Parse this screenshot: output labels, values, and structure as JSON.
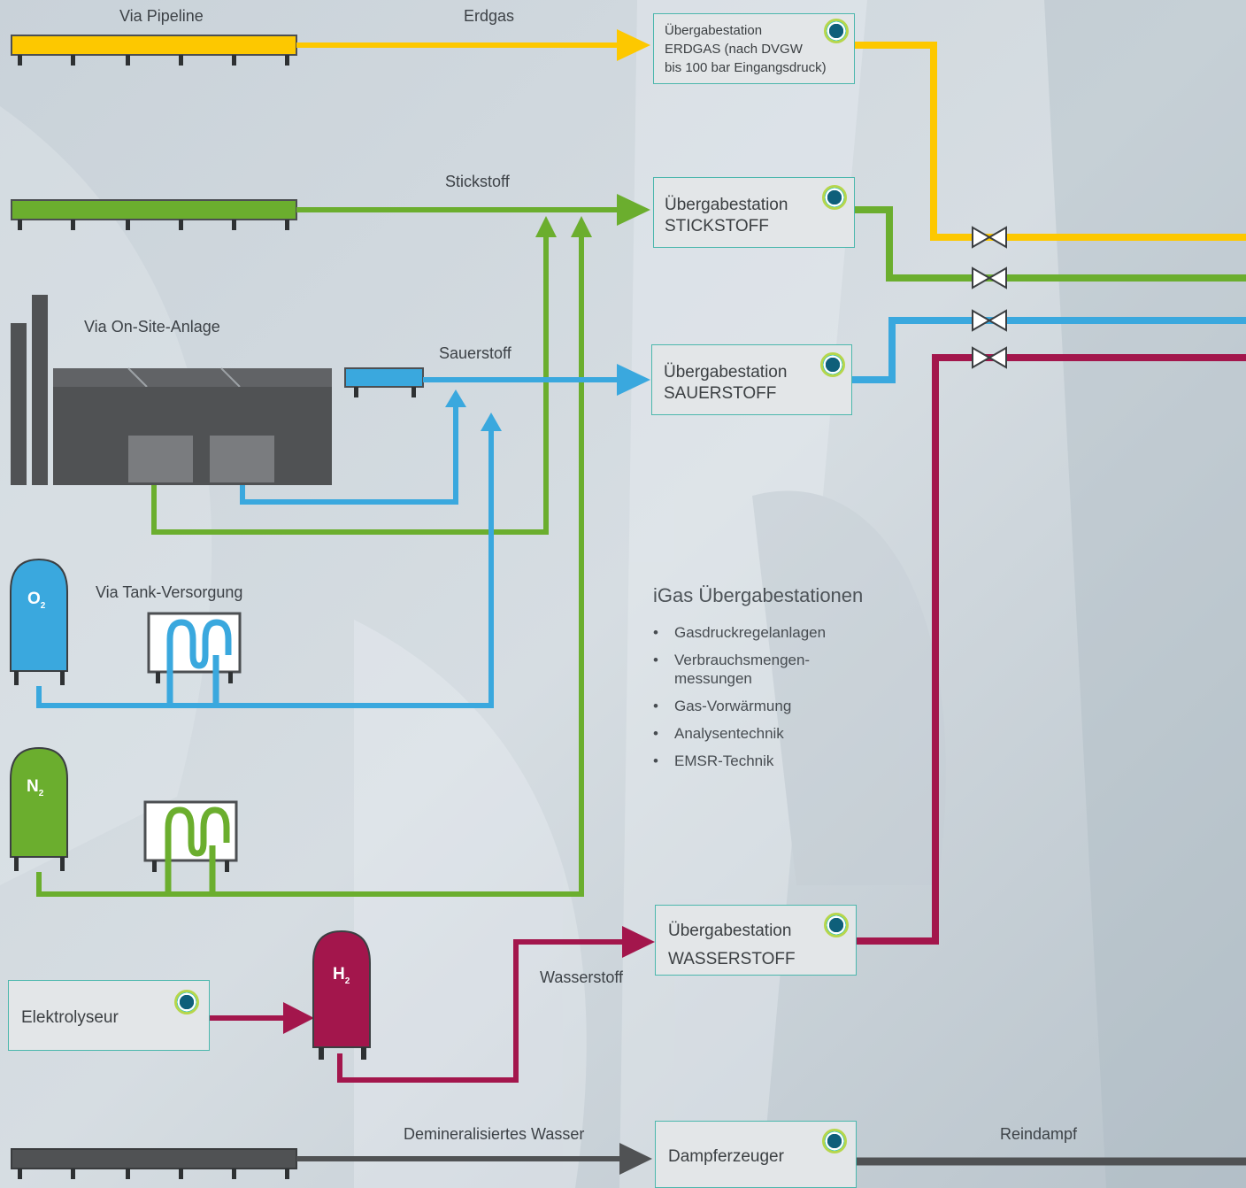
{
  "colors": {
    "erdgas": "#fdc800",
    "stickstoff": "#6bae2e",
    "sauerstoff": "#3aa8de",
    "wasserstoff": "#a3164c",
    "dampf": "#505254",
    "station_border": "#4cb7ad",
    "station_fill": "#e3e6e8"
  },
  "labels": {
    "via_pipeline": "Via Pipeline",
    "erdgas": "Erdgas",
    "stickstoff": "Stickstoff",
    "via_onsite": "Via On-Site-Anlage",
    "sauerstoff": "Sauerstoff",
    "via_tank": "Via Tank-Versorgung",
    "wasserstoff": "Wasserstoff",
    "demin_wasser": "Demineralisiertes Wasser",
    "reindampf": "Reindampf"
  },
  "tanks": {
    "o2": {
      "symbol": "O",
      "sub": "2"
    },
    "n2": {
      "symbol": "N",
      "sub": "2"
    },
    "h2": {
      "symbol": "H",
      "sub": "2"
    }
  },
  "stations": {
    "erdgas": {
      "title": "Übergabestation",
      "line2": "ERDGAS (nach DVGW",
      "line3": "bis 100 bar Eingangsdruck)"
    },
    "stickstoff": {
      "title": "Übergabestation",
      "line2": "STICKSTOFF"
    },
    "sauerstoff": {
      "title": "Übergabestation",
      "line2": "SAUERSTOFF"
    },
    "wasserstoff": {
      "title": "Übergabestation",
      "line2": "WASSERSTOFF"
    },
    "elektrolyseur": {
      "title": "Elektrolyseur"
    },
    "dampferzeuger": {
      "title": "Dampferzeuger"
    }
  },
  "info": {
    "heading": "iGas Übergabestationen",
    "items": [
      "Gasdruckregelanlagen",
      "Verbrauchsmengen-\nmessungen",
      "Gas-Vorwärmung",
      "Analysentechnik",
      "EMSR-Technik"
    ]
  }
}
